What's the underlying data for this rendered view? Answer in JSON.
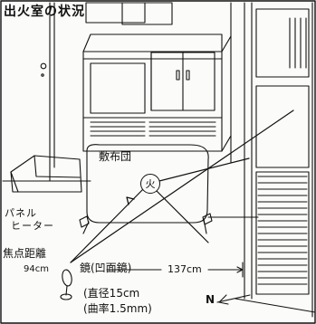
{
  "title": "出火室の状況",
  "labels": {
    "futon": "敷布団",
    "fire": "火",
    "panel_heater_line1": "パネル",
    "panel_heater_line2": "ヒーター",
    "focal_distance_label": "焦点距離",
    "focal_distance_value": "94cm",
    "mirror_line1": "鏡(凹面鏡)",
    "mirror_line2": "(直径15cm",
    "mirror_line3": "(曲率1.5mm)",
    "distance_value": "137cm",
    "north": "N"
  },
  "colors": {
    "ink": "#111111",
    "paper": "#fbfbf9",
    "title_bg": "#ffffff"
  }
}
